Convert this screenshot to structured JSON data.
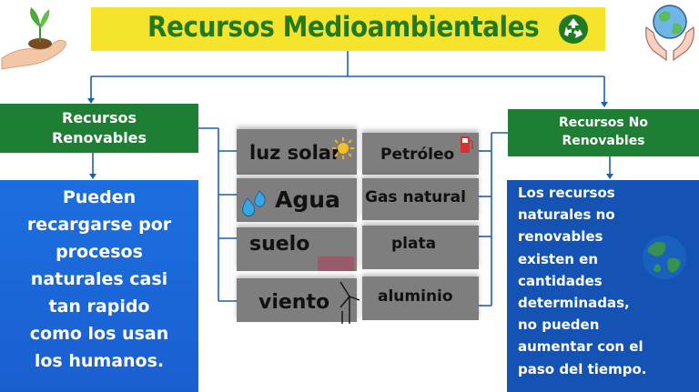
{
  "title": "Recursos Medioambientales",
  "renewable": {
    "header_line1": "Recursos",
    "header_line2": "Renovables",
    "description_lines": [
      "Pueden",
      "recargarse por",
      "procesos",
      "naturales casi",
      "tan rapido",
      "como los usan",
      "los humanos."
    ],
    "items": [
      "luz solar",
      "Agua",
      "suelo",
      "viento"
    ]
  },
  "nonrenewable": {
    "header_line1": "Recursos No",
    "header_line2": "Renovables",
    "description_lines": [
      "Los recursos",
      "naturales no",
      "renovables",
      "existen en",
      "cantidades",
      "determinadas,",
      "no pueden",
      "aumentar con el",
      "paso del tiempo."
    ],
    "items": [
      "Petróleo",
      "Gas natural",
      "plata",
      "aluminio"
    ]
  },
  "icons": [
    "plant-in-hand-icon",
    "recycle-icon",
    "globe-in-hands-icon",
    "earth-icon",
    "sun-icon",
    "water-drops-icon",
    "wind-turbine-icon",
    "fuel-pump-icon"
  ],
  "colors": {
    "title_bg": "#f6e32b",
    "title_text": "#1f7a22",
    "header_bg": "#1e7e34",
    "desc_bg": "#1a64d8",
    "tile_bg": "#7e7e7e",
    "connector": "#1a5fb4"
  }
}
